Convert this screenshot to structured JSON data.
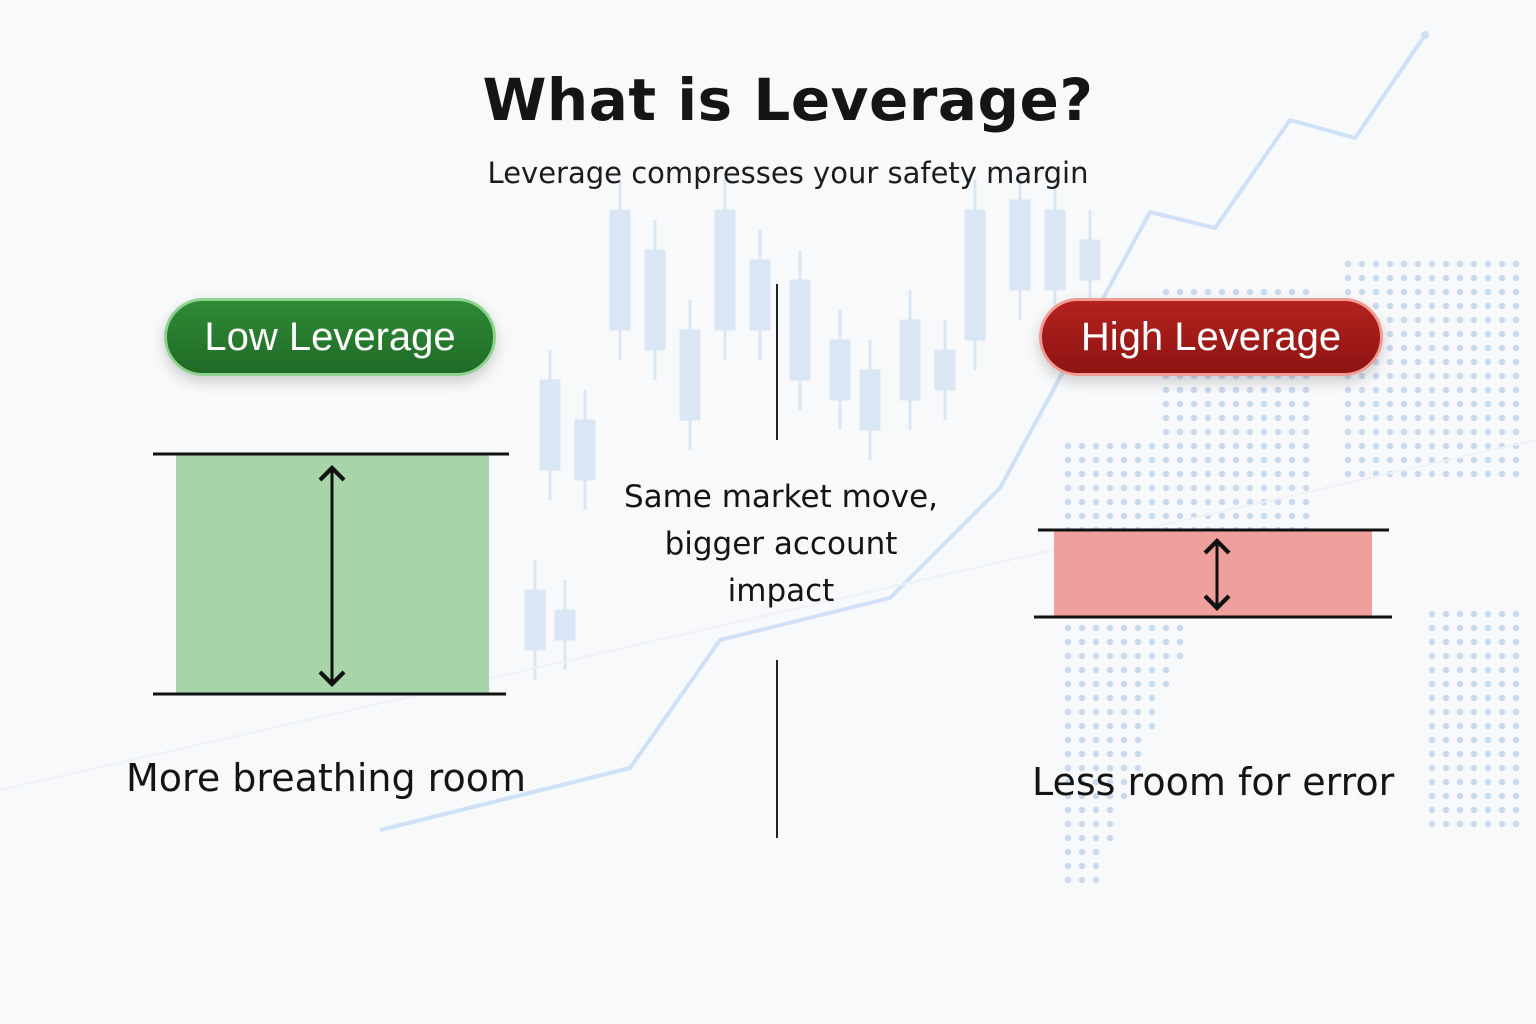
{
  "title": "What is Leverage?",
  "subtitle": "Leverage compresses your safety margin",
  "low": {
    "label": "Low Leverage",
    "caption": "More breathing room",
    "color": "#2e7d32",
    "fill": "#a5d6a7"
  },
  "high": {
    "label": "High Leverage",
    "caption": "Less room for error",
    "color": "#b71c1c",
    "fill": "#ef9a9a"
  },
  "center": {
    "lines": [
      "Same market move,",
      "bigger account",
      "impact"
    ]
  }
}
